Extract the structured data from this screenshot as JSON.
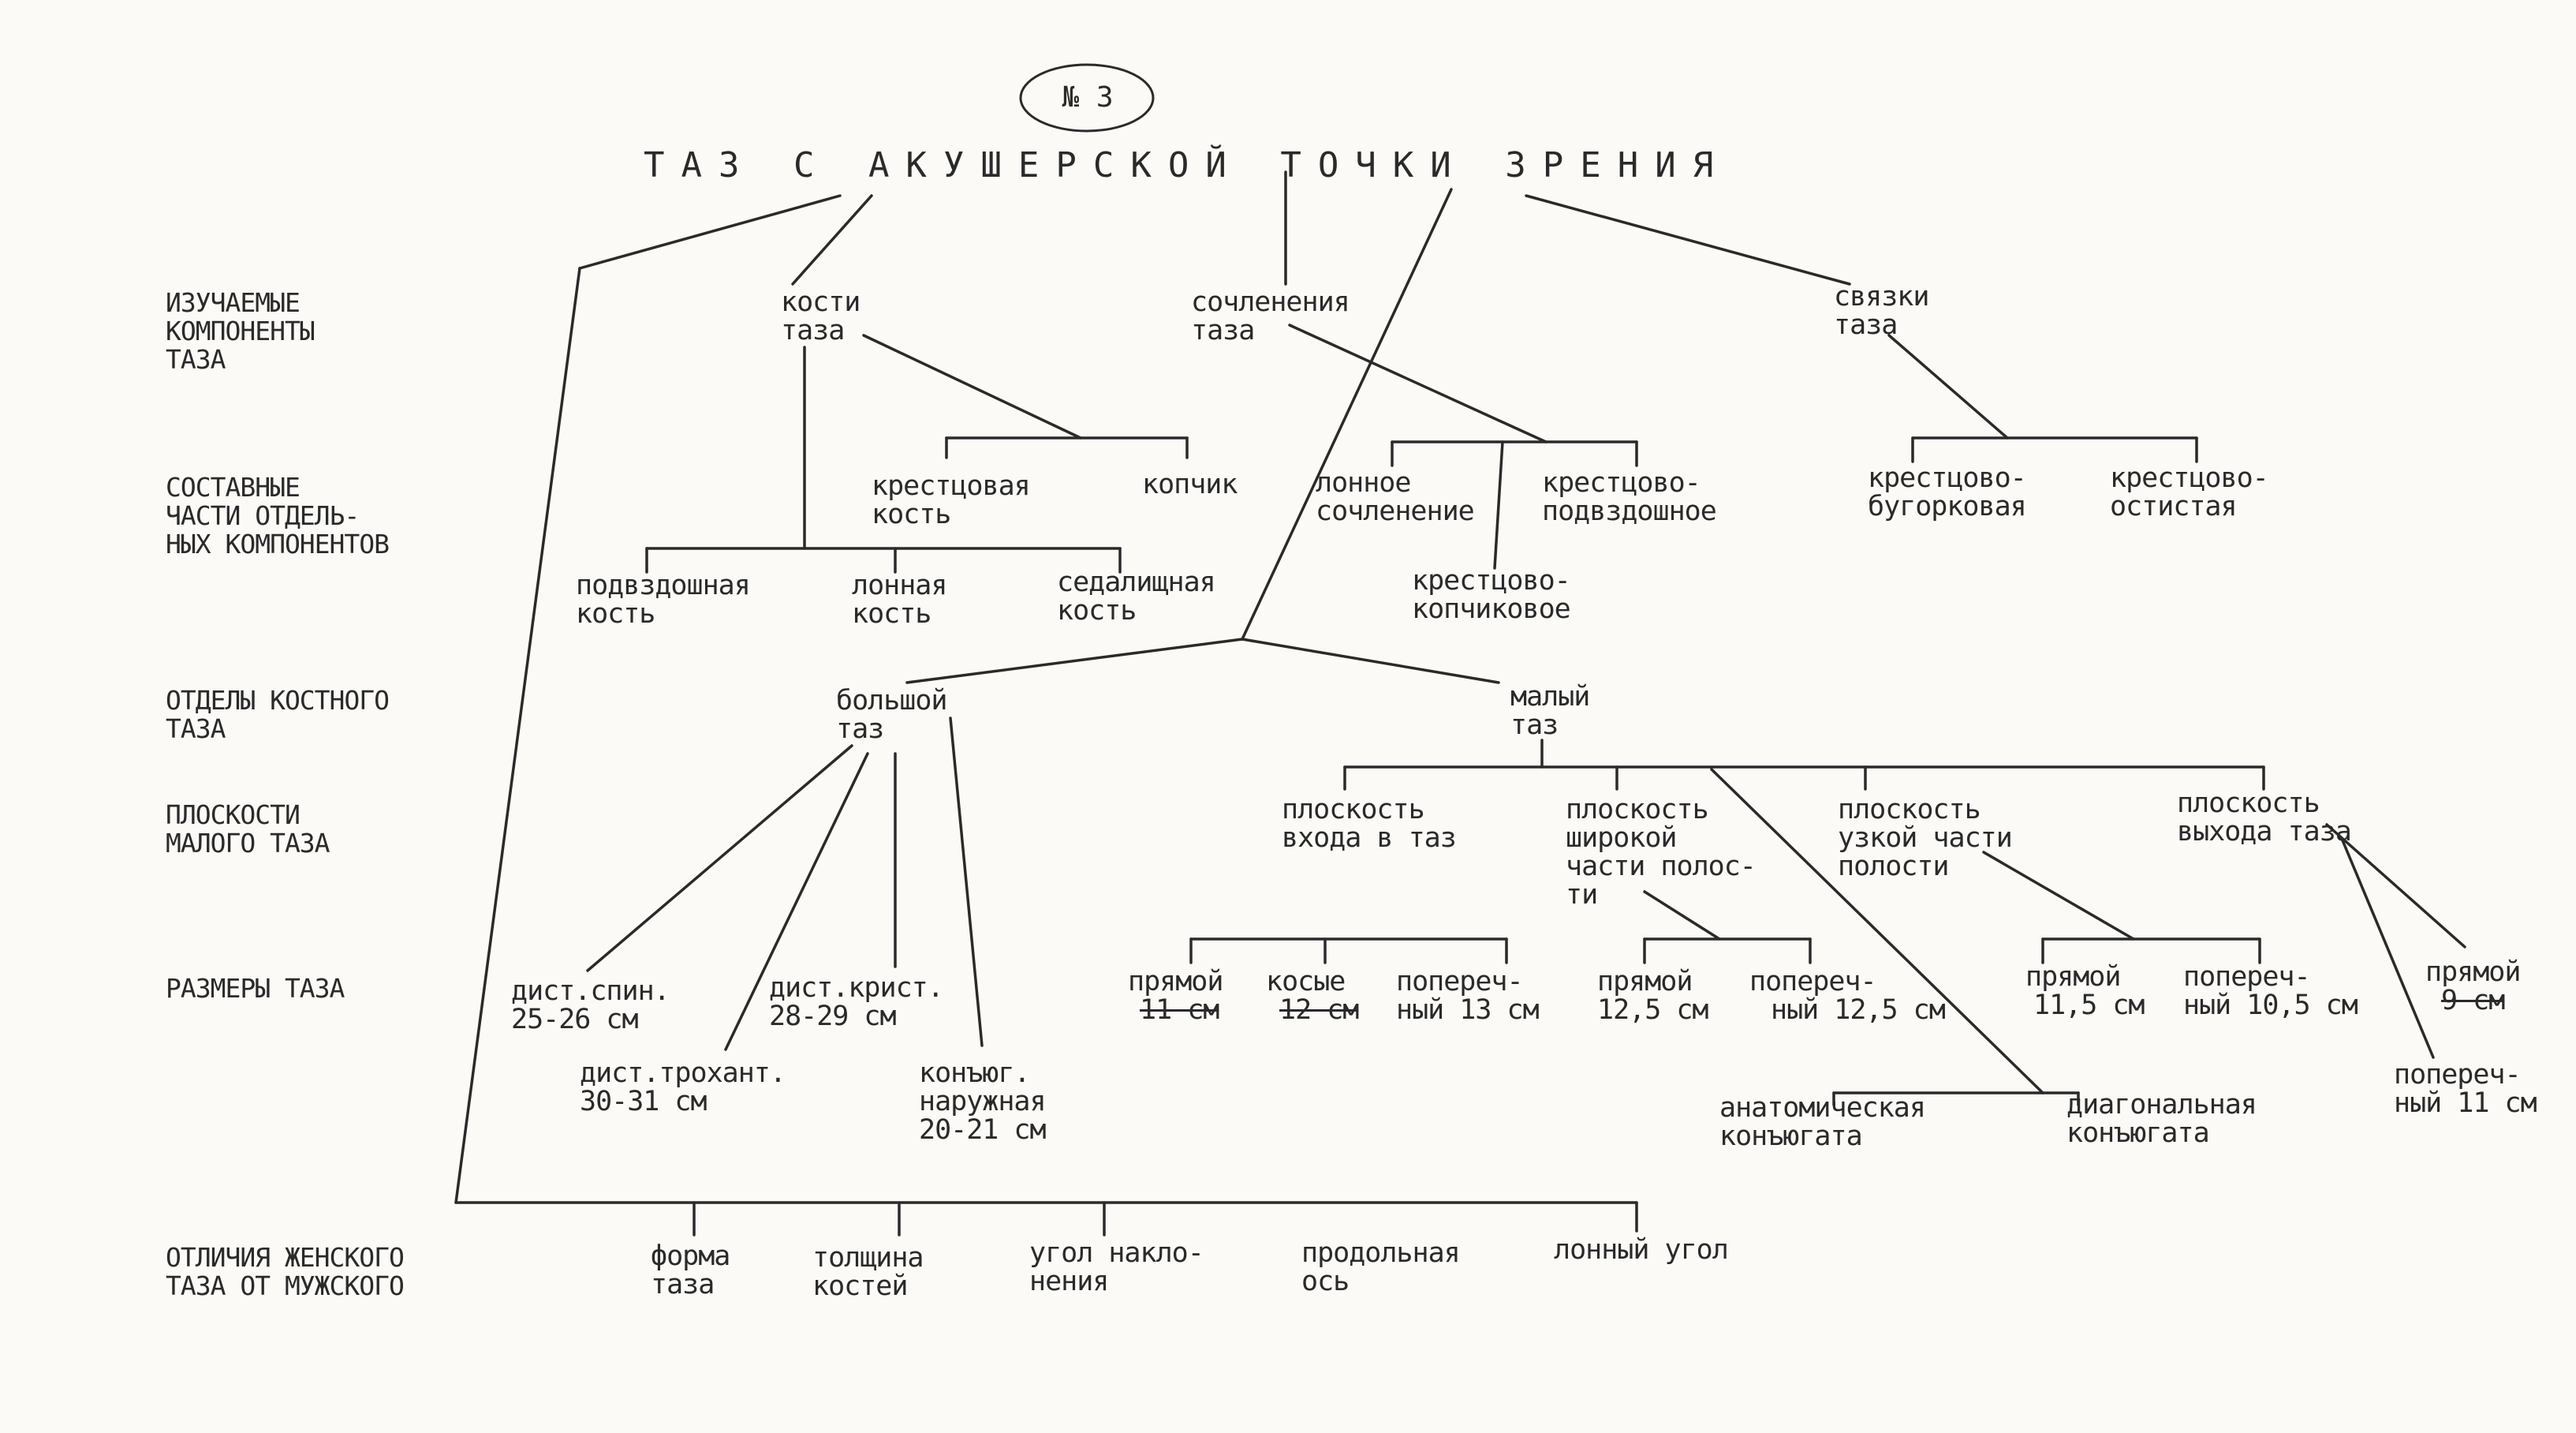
{
  "number": "№ 3",
  "title": "ТАЗ С АКУШЕРСКОЙ ТОЧКИ ЗРЕНИЯ",
  "row_labels": {
    "components": "ИЗУЧАЕМЫЕ\nКОМПОНЕНТЫ\nТАЗА",
    "parts": "СОСТАВНЫЕ\nЧАСТИ ОТДЕЛЬ-\nНЫХ КОМПОНЕНТОВ",
    "sections": "ОТДЕЛЫ КОСТНОГО\nТАЗА",
    "planes": "ПЛОСКОСТИ\nМАЛОГО ТАЗА",
    "sizes": "РАЗМЕРЫ ТАЗА",
    "differences": "ОТЛИЧИЯ ЖЕНСКОГО\nТАЗА ОТ МУЖСКОГО"
  },
  "components": {
    "bones": "кости\nтаза",
    "joints": "сочленения\nтаза",
    "ligaments": "связки\nтаза"
  },
  "bone_parts": {
    "sacrum": "крестцовая\nкость",
    "coccyx": "копчик",
    "ilium": "подвздошная\nкость",
    "pubis": "лонная\nкость",
    "ischium": "седалищная\nкость"
  },
  "joint_parts": {
    "pubic": "лонное\nсочленение",
    "sacroiliac": "крестцово-\nподвздошное",
    "sacrococcygeal": "крестцово-\nкопчиковое"
  },
  "ligament_parts": {
    "sacrotuberous": "крестцово-\nбугорковая",
    "sacrospinous": "крестцово-\nостистая"
  },
  "sections": {
    "greater": "большой\nтаз",
    "lesser": "малый\nтаз"
  },
  "planes": {
    "inlet": "плоскость\nвхода в таз",
    "wide": "плоскость\nширокой\nчасти полос-\nти",
    "narrow": "плоскость\nузкой части\nполости",
    "outlet": "плоскость\nвыхода таза"
  },
  "greater_sizes": {
    "spin": "дист.спин.\n25-26 см",
    "crist": "дист.крист.\n28-29 см",
    "troch": "дист.трохант.\n30-31 см",
    "conj_ext": "конъюг.\nнаружная\n20-21 см"
  },
  "inlet_sizes": {
    "direct_label": "прямой",
    "direct_value": "11 см",
    "oblique_label": "косые",
    "oblique_value": "12 см",
    "transverse_label": "попереч-",
    "transverse_value": "ный 13 см"
  },
  "wide_sizes": {
    "direct_label": "прямой",
    "direct_value": "12,5 см",
    "transverse_label": "попереч-",
    "transverse_value": "ный 12,5 см"
  },
  "narrow_sizes": {
    "direct_label": "прямой",
    "direct_value": "11,5 см",
    "transverse_label": "попереч-",
    "transverse_value": "ный 10,5 см"
  },
  "outlet_sizes": {
    "direct_label": "прямой",
    "direct_value": "9 см",
    "transverse_label": "попереч-",
    "transverse_value": "ный 11 см"
  },
  "conjugates": {
    "anatomical": "анатомическая\nконъюгата",
    "diagonal": "диагональная\nконъюгата"
  },
  "differences": {
    "shape": "форма\nтаза",
    "thickness": "толщина\nкостей",
    "angle": "угол накло-\nнения",
    "axis": "продольная\nось",
    "pubic_angle": "лонный угол"
  },
  "colors": {
    "ink": "#2a2a2a",
    "paper": "#fbfaf6"
  }
}
